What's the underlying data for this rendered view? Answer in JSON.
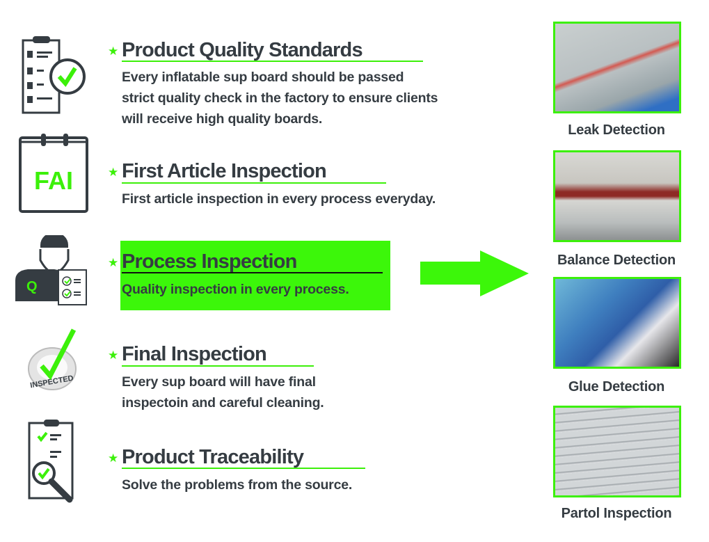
{
  "items": [
    {
      "title": "Product Quality Standards",
      "body": [
        "Every inflatable sup board should be passed",
        "strict quality check in the factory to ensure clients",
        "will receive high quality boards."
      ],
      "icon": "clipboard-check-icon"
    },
    {
      "title": "First Article Inspection",
      "body": [
        "First article inspection in every process everyday."
      ],
      "icon": "fai-calendar-icon",
      "icon_text": "FAI"
    },
    {
      "title": "Process Inspection",
      "body": [
        "Quality inspection in every process."
      ],
      "icon": "inspector-icon",
      "icon_text": "Q",
      "highlighted": true
    },
    {
      "title": "Final Inspection",
      "body": [
        "Every sup board will have final",
        "inspectoin and careful cleaning."
      ],
      "icon": "inspected-stamp-icon",
      "icon_text": "INSPECTED"
    },
    {
      "title": "Product Traceability",
      "body": [
        "Solve the problems from the source."
      ],
      "icon": "clipboard-magnifier-icon"
    }
  ],
  "photos": [
    {
      "caption": "Leak Detection"
    },
    {
      "caption": "Balance Detection"
    },
    {
      "caption": "Glue Detection"
    },
    {
      "caption": "Partol Inspection"
    }
  ],
  "colors": {
    "accent": "#3cf00a",
    "text": "#353c42"
  }
}
